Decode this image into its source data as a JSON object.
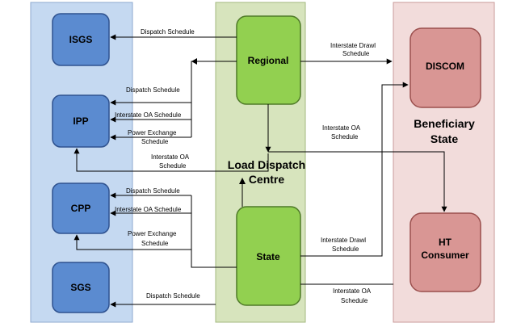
{
  "generators": {
    "isgs": "ISGS",
    "ipp": "IPP",
    "cpp": "CPP",
    "sgs": "SGS"
  },
  "ldc": {
    "regional": "Regional",
    "state": "State",
    "title_line1": "Load Dispatch",
    "title_line2": "Centre"
  },
  "beneficiary": {
    "discom": "DISCOM",
    "ht_line1": "HT",
    "ht_line2": "Consumer",
    "title_line1": "Beneficiary",
    "title_line2": "State"
  },
  "edges": {
    "dispatch_schedule": "Dispatch Schedule",
    "interstate_oa_schedule": "Interstate OA  Schedule",
    "power_exchange": "Power Exchange",
    "schedule": "Schedule",
    "interstate_oa": "Interstate OA",
    "interstate_drawl": "Interstate Drawl"
  },
  "colors": {
    "left_panel": "#c5d9f1",
    "center_panel": "#d7e4bd",
    "right_panel": "#f2dcdb",
    "blue_box": "#5b8bd0",
    "green_box": "#92d050",
    "red_box": "#d99694"
  }
}
